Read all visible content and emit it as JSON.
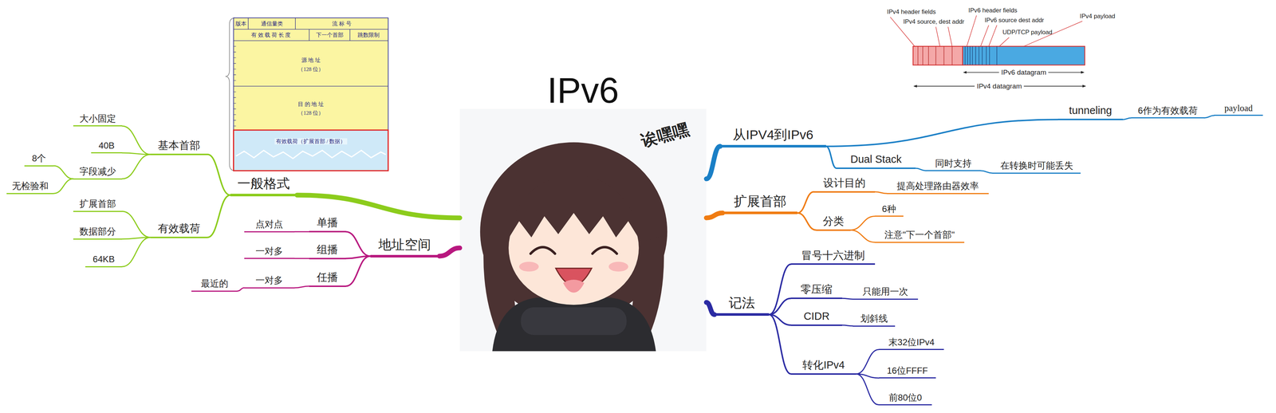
{
  "diagram": {
    "nodes": [
      {
        "text": [
          "IPv6",
          "诶嘿嘿"
        ]
      },
      {
        "text": [
          "一般格式"
        ]
      },
      {
        "text": [
          "基本首部"
        ]
      },
      {
        "text": [
          "大小固定"
        ]
      },
      {
        "text": [
          "40B"
        ]
      },
      {
        "text": [
          "字段减少"
        ]
      },
      {
        "text": [
          "8个"
        ]
      },
      {
        "text": [
          "无检验和"
        ]
      },
      {
        "text": [
          "有效载荷"
        ]
      },
      {
        "text": [
          "扩展首部"
        ]
      },
      {
        "text": [
          "数据部分"
        ]
      },
      {
        "text": [
          "64KB"
        ]
      },
      {
        "text": [
          "地址空间"
        ]
      },
      {
        "text": [
          "单播"
        ]
      },
      {
        "text": [
          "点对点"
        ]
      },
      {
        "text": [
          "组播"
        ]
      },
      {
        "text": [
          "一对多"
        ]
      },
      {
        "text": [
          "任播"
        ]
      },
      {
        "text": [
          "一对多"
        ]
      },
      {
        "text": [
          "最近的"
        ]
      },
      {
        "text": [
          "从IPV4到IPv6"
        ]
      },
      {
        "text": [
          "tunneling"
        ]
      },
      {
        "text": [
          "6作为有效载荷"
        ]
      },
      {
        "text": [
          "payload"
        ]
      },
      {
        "text": [
          "Dual Stack"
        ]
      },
      {
        "text": [
          "同时支持"
        ]
      },
      {
        "text": [
          "在转换时可能丢失"
        ]
      },
      {
        "text": [
          "扩展首部"
        ]
      },
      {
        "text": [
          "设计目的"
        ]
      },
      {
        "text": [
          "提高处理路由器效率"
        ]
      },
      {
        "text": [
          "分类"
        ]
      },
      {
        "text": [
          "6种"
        ]
      },
      {
        "text": [
          "注意\"下一个首部\""
        ]
      },
      {
        "text": [
          "记法"
        ]
      },
      {
        "text": [
          "冒号十六进制"
        ]
      },
      {
        "text": [
          "零压缩"
        ]
      },
      {
        "text": [
          "只能用一次"
        ]
      },
      {
        "text": [
          "CIDR"
        ]
      },
      {
        "text": [
          "划斜线"
        ]
      },
      {
        "text": [
          "转化IPv4"
        ]
      },
      {
        "text": [
          "末32位IPv4"
        ]
      },
      {
        "text": [
          "16位FFFF"
        ]
      },
      {
        "text": [
          "前80位0"
        ]
      }
    ],
    "edges": [
      {
        "from": 0,
        "to": 1,
        "arrow": "none"
      },
      {
        "from": 1,
        "to": 2,
        "arrow": "none"
      },
      {
        "from": 2,
        "to": 3,
        "arrow": "none"
      },
      {
        "from": 2,
        "to": 4,
        "arrow": "none"
      },
      {
        "from": 2,
        "to": 5,
        "arrow": "none"
      },
      {
        "from": 5,
        "to": 6,
        "arrow": "none"
      },
      {
        "from": 5,
        "to": 7,
        "arrow": "none"
      },
      {
        "from": 1,
        "to": 8,
        "arrow": "none"
      },
      {
        "from": 8,
        "to": 9,
        "arrow": "none"
      },
      {
        "from": 8,
        "to": 10,
        "arrow": "none"
      },
      {
        "from": 8,
        "to": 11,
        "arrow": "none"
      },
      {
        "from": 0,
        "to": 12,
        "arrow": "none"
      },
      {
        "from": 12,
        "to": 13,
        "arrow": "none"
      },
      {
        "from": 13,
        "to": 14,
        "arrow": "none"
      },
      {
        "from": 12,
        "to": 15,
        "arrow": "none"
      },
      {
        "from": 15,
        "to": 16,
        "arrow": "none"
      },
      {
        "from": 12,
        "to": 17,
        "arrow": "none"
      },
      {
        "from": 17,
        "to": 18,
        "arrow": "none"
      },
      {
        "from": 18,
        "to": 19,
        "arrow": "none"
      },
      {
        "from": 0,
        "to": 20,
        "arrow": "none"
      },
      {
        "from": 20,
        "to": 21,
        "arrow": "none"
      },
      {
        "from": 21,
        "to": 22,
        "arrow": "none"
      },
      {
        "from": 22,
        "to": 23,
        "arrow": "none"
      },
      {
        "from": 20,
        "to": 24,
        "arrow": "none"
      },
      {
        "from": 24,
        "to": 25,
        "arrow": "none"
      },
      {
        "from": 25,
        "to": 26,
        "arrow": "none"
      },
      {
        "from": 0,
        "to": 27,
        "arrow": "none"
      },
      {
        "from": 27,
        "to": 28,
        "arrow": "none"
      },
      {
        "from": 28,
        "to": 29,
        "arrow": "none"
      },
      {
        "from": 27,
        "to": 30,
        "arrow": "none"
      },
      {
        "from": 30,
        "to": 31,
        "arrow": "none"
      },
      {
        "from": 30,
        "to": 32,
        "arrow": "none"
      },
      {
        "from": 0,
        "to": 33,
        "arrow": "none"
      },
      {
        "from": 33,
        "to": 34,
        "arrow": "none"
      },
      {
        "from": 33,
        "to": 35,
        "arrow": "none"
      },
      {
        "from": 35,
        "to": 36,
        "arrow": "none"
      },
      {
        "from": 33,
        "to": 37,
        "arrow": "none"
      },
      {
        "from": 37,
        "to": 38,
        "arrow": "none"
      },
      {
        "from": 33,
        "to": 39,
        "arrow": "none"
      },
      {
        "from": 39,
        "to": 40,
        "arrow": "none"
      },
      {
        "from": 39,
        "to": 41,
        "arrow": "none"
      },
      {
        "from": 39,
        "to": 42,
        "arrow": "none"
      }
    ],
    "labels": [
      "版本",
      "通信量类",
      "流 标 号",
      "有 效 载 荷 长 度",
      "下一个首部",
      "跳数限制",
      "源 地 址",
      "（128 位）",
      "目 的 地 址",
      "（128 位）",
      "有效载荷（扩展首部 / 数据）",
      "IPv4 header fields",
      "IPv4 source, dest addr",
      "IPv6 header fields",
      "IPv6 source dest addr",
      "UDP/TCP payload",
      "IPv4 payload",
      "IPv6 datagram",
      "IPv4 datagram"
    ]
  }
}
